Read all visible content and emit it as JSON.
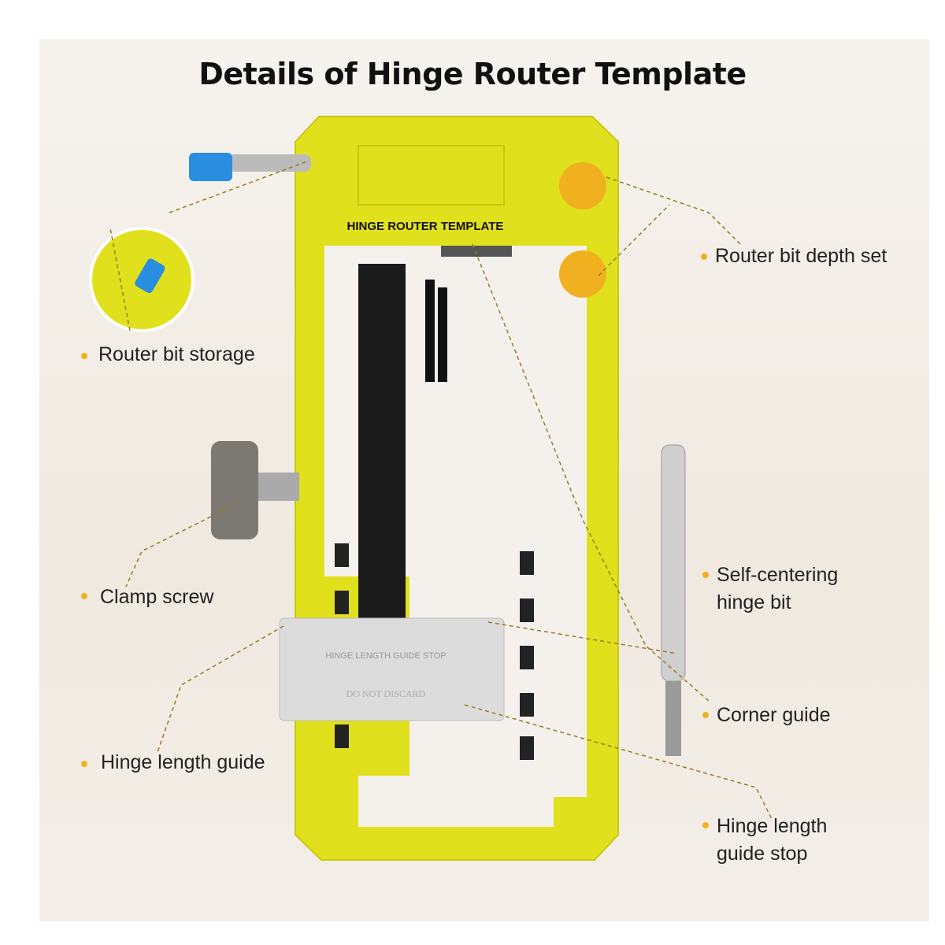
{
  "title": "Details of Hinge Router Template",
  "product_text": {
    "plate": "HINGE ROUTER TEMPLATE",
    "stop_line1": "HINGE LENGTH GUIDE STOP",
    "stop_line2": "DO NOT DISCARD"
  },
  "callouts": {
    "depth_set": "Router bit depth set",
    "storage": "Router bit storage",
    "clamp": "Clamp screw",
    "hinge_bit_1": "Self-centering",
    "hinge_bit_2": "hinge bit",
    "corner": "Corner guide",
    "length_guide": "Hinge length guide",
    "stop_1": "Hinge length",
    "stop_2": "guide stop"
  },
  "colors": {
    "body": "#e0e11c",
    "bullet": "#f0b020",
    "leader": "#9a7a20"
  }
}
